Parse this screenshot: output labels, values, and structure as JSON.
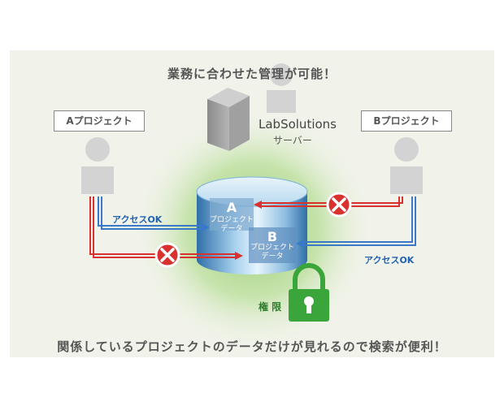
{
  "headline": "業務に合わせた管理が可能！",
  "footer": "関係しているプロジェクトのデータだけが見れるので検索が便利！",
  "project_a": {
    "label": "Aプロジェクト",
    "access_ok": "アクセスOK",
    "data_letter": "A",
    "data_sub_1": "プロジェクト",
    "data_sub_2": "データ"
  },
  "project_b": {
    "label": "Bプロジェクト",
    "access_ok": "アクセスOK",
    "data_letter": "B",
    "data_sub_1": "プロジェクト",
    "data_sub_2": "データ"
  },
  "server": {
    "name": "LabSolutions",
    "sub": "サーバー"
  },
  "permission_label": "権 限",
  "colors": {
    "allow_line": "#3a78c8",
    "deny_line": "#d9322e",
    "glow": "#9fd07a",
    "lock": "#3aa53a",
    "person": "#d3d3d3"
  },
  "icons": [
    "person-icon",
    "server-icon",
    "database-icon",
    "deny-icon",
    "lock-icon"
  ]
}
